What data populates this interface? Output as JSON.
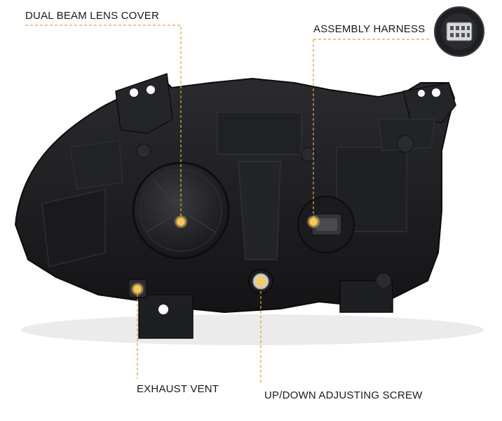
{
  "callouts": {
    "dual_beam_lens_cover": "DUAL BEAM LENS COVER",
    "assembly_harness": "ASSEMBLY HARNESS",
    "exhaust_vent": "EXHAUST VENT",
    "up_down_adjusting_screw": "UP/DOWN ADJUSTING SCREW"
  },
  "colors": {
    "housing": "#1c1c1e",
    "housing_light": "#2e2f32",
    "leader_line": "#d9a441",
    "marker": "#f6c85a",
    "background": "#ffffff"
  }
}
